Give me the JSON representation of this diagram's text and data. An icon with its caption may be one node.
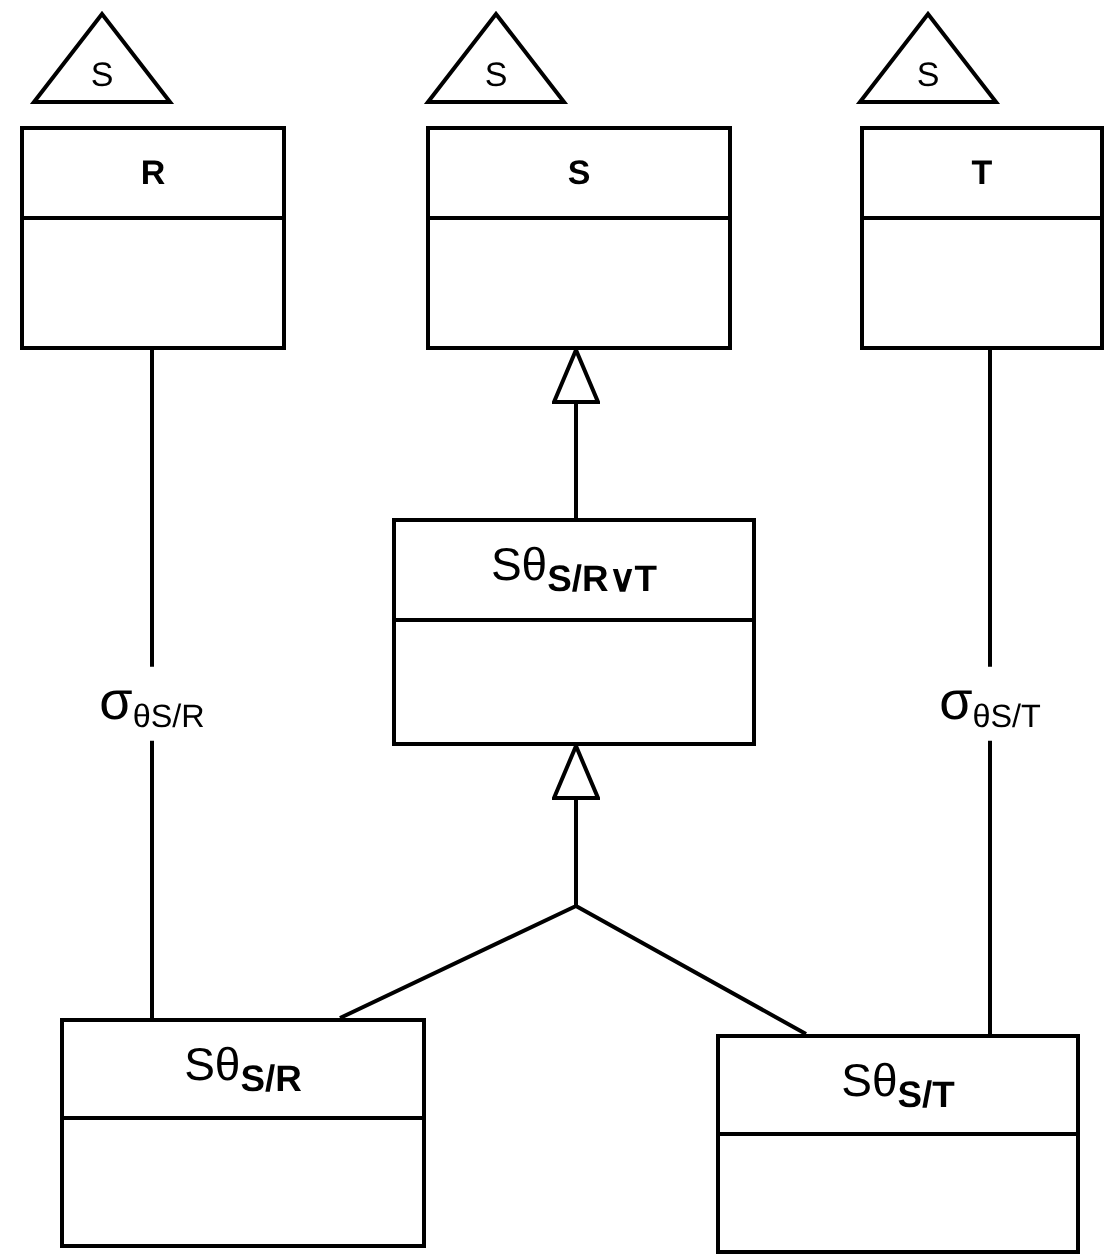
{
  "diagram": {
    "nodes": [
      {
        "text": [
          "S"
        ]
      },
      {
        "text": [
          "S"
        ]
      },
      {
        "text": [
          "S"
        ]
      },
      {
        "text": [
          "R"
        ]
      },
      {
        "text": [
          "S"
        ]
      },
      {
        "text": [
          "T"
        ]
      },
      {
        "text": [
          "Sθ$_{S/R∨T}$"
        ]
      },
      {
        "text": [
          "Sθ$_{S/R}$"
        ]
      },
      {
        "text": [
          "Sθ$_{S/T}$"
        ]
      }
    ],
    "edges": [
      {
        "from": 3,
        "to": 7,
        "arrow": "none",
        "label": "σ$_{θS/R}$"
      },
      {
        "from": 5,
        "to": 8,
        "arrow": "none",
        "label": "σ$_{θS/T}$"
      },
      {
        "from": 6,
        "to": 4,
        "arrow": "to"
      },
      {
        "from": 7,
        "to": 6,
        "arrow": "to"
      },
      {
        "from": 8,
        "to": 6,
        "arrow": "to"
      }
    ]
  }
}
